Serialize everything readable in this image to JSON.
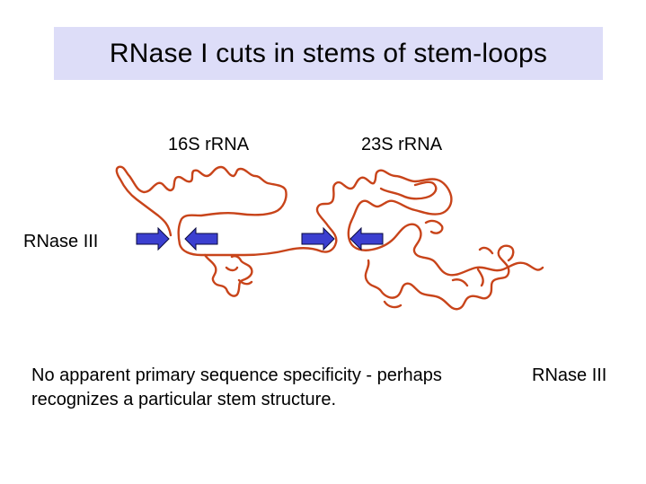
{
  "title": "RNase I cuts in stems of stem-loops",
  "labels": {
    "rrna_16s": "16S rRNA",
    "rrna_23s": "23S rRNA",
    "rnase_left": "RNase III"
  },
  "caption": {
    "line1": "No apparent primary sequence specificity - perhaps",
    "line1_right": "RNase III",
    "line2": "recognizes a particular stem structure."
  },
  "colors": {
    "title_background": "#ddddf8",
    "rna_strand": "#c8441a",
    "arrow_fill": "#3b3fd0",
    "arrow_stroke": "#0a0a40"
  }
}
